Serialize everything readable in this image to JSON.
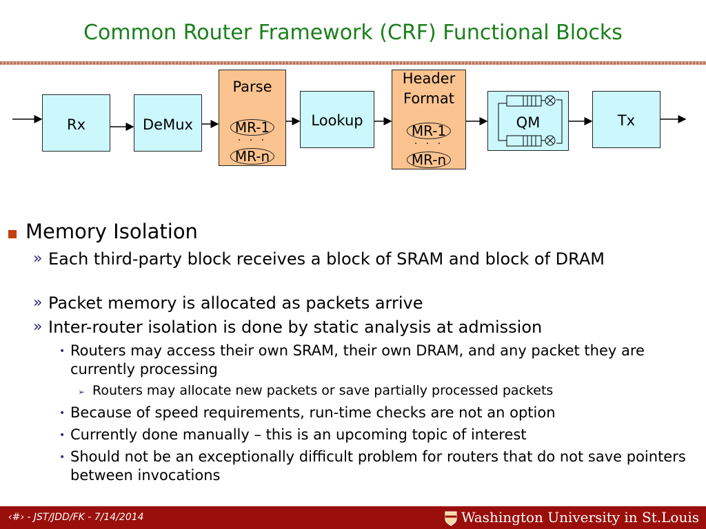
{
  "title": "Common Router Framework (CRF) Functional Blocks",
  "diagram": {
    "rx": "Rx",
    "demux": "DeMux",
    "parse": "Parse",
    "lookup": "Lookup",
    "header_format_1": "Header",
    "header_format_2": "Format",
    "qm": "QM",
    "tx": "Tx",
    "mr_1": "MR-1",
    "mr_n": "MR-n",
    "ellipsis": ". . ."
  },
  "bullets": {
    "memory_isolation": "Memory Isolation",
    "sub1": "Each third-party block receives a block of SRAM and block of DRAM",
    "sub2": "Packet memory is allocated as packets arrive",
    "sub3": "Inter-router isolation is done by static analysis at admission",
    "sub3_a": "Routers may access their own SRAM, their own DRAM, and any packet they are currently processing",
    "sub3_a_i": "Routers may allocate new packets or save partially processed packets",
    "sub3_b": "Because of speed requirements, run-time checks are not an option",
    "sub3_c": "Currently done manually – this is an upcoming topic of interest",
    "sub3_d": "Should not be an exceptionally difficult problem for routers that do not save pointers between invocations",
    "marker_l2": "»",
    "marker_l3": "•",
    "marker_l4": "➢"
  },
  "footer": {
    "text": "‹#› - JST/JDD/FK - 7/14/2014",
    "logo": "Washington University in St.Louis"
  },
  "colors": {
    "title": "#1a7f1a",
    "box_blue": "#ccf8fd",
    "box_orange": "#fbc38f",
    "footer_bg": "#9a0f0b",
    "bullet_square": "#c2400d"
  }
}
